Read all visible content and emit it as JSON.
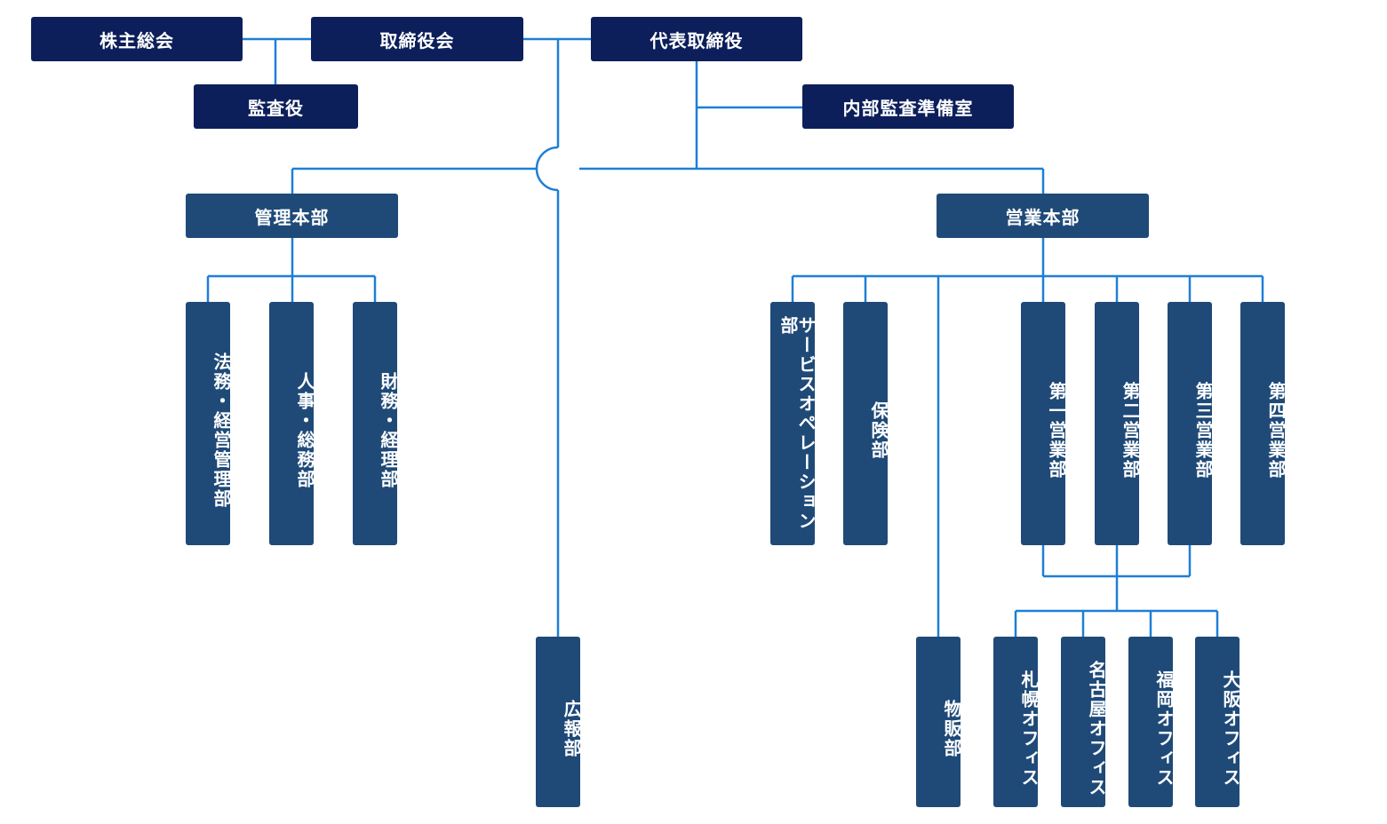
{
  "colors": {
    "top_box": "#0c1f5a",
    "dept_box": "#1f4a78",
    "connector": "#1e7fd6",
    "text": "#ffffff"
  },
  "top": {
    "shareholders_meeting": "株主総会",
    "board_of_directors": "取締役会",
    "representative_director": "代表取締役",
    "auditor": "監査役",
    "internal_audit_prep_office": "内部監査準備室"
  },
  "divisions": {
    "admin": {
      "label": "管理本部",
      "departments": [
        "法務・経営管理部",
        "人事・総務部",
        "財務・経理部"
      ]
    },
    "sales": {
      "label": "営業本部",
      "departments": [
        "サービスオペレーション部",
        "保険部",
        "物販部"
      ],
      "sales_departments": [
        "第一営業部",
        "第二営業部",
        "第三営業部",
        "第四営業部"
      ],
      "offices": [
        "札幌オフィス",
        "名古屋オフィス",
        "福岡オフィス",
        "大阪オフィス"
      ]
    }
  },
  "pr_department": "広報部"
}
